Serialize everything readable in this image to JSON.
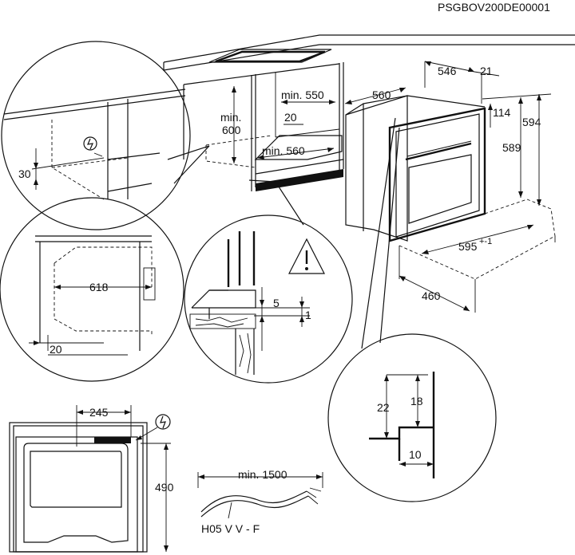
{
  "document_code": "PSGBOV200DE00001",
  "top_right": {
    "w546": "546",
    "w21": "21",
    "w560": "560",
    "h114": "114",
    "h594": "594",
    "h589": "589",
    "w595": "595",
    "w595_tol": "+-1",
    "d460": "460"
  },
  "cabinet": {
    "min600_a": "min.",
    "min600_b": "600",
    "min550": "min. 550",
    "w20": "20",
    "min560": "min. 560"
  },
  "circle_top_left": {
    "h30": "30"
  },
  "circle_mid_left": {
    "w618": "618",
    "w20": "20"
  },
  "circle_center": {
    "g5": "5",
    "g1": "1"
  },
  "circle_right": {
    "h22": "22",
    "h18": "18",
    "w10": "10"
  },
  "bottom_left": {
    "w245": "245",
    "h490": "490"
  },
  "cable": {
    "min1500": "min. 1500",
    "type": "H05 V V - F"
  }
}
